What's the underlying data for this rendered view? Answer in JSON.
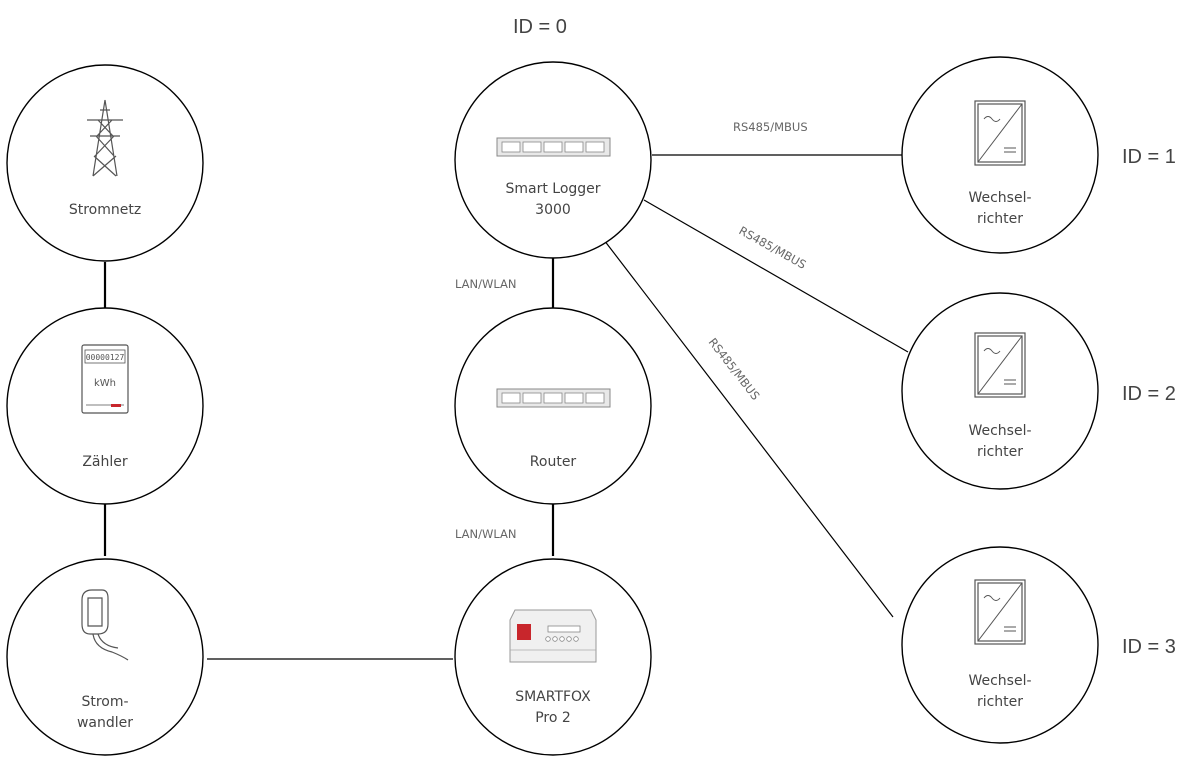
{
  "nodes": {
    "stromnetz": {
      "label": "Stromnetz",
      "icon": "power-tower-icon"
    },
    "zaehler": {
      "label": "Zähler",
      "icon": "electricity-meter-icon",
      "meter_reading": "00000127",
      "meter_unit": "kWh"
    },
    "stromwandler": {
      "label_lines": [
        "Strom-",
        "wandler"
      ],
      "icon": "current-clamp-icon"
    },
    "smartlogger": {
      "label_lines": [
        "Smart Logger",
        "3000"
      ],
      "icon": "network-switch-icon"
    },
    "router": {
      "label": "Router",
      "icon": "network-switch-icon"
    },
    "smartfox": {
      "label_lines": [
        "SMARTFOX",
        "Pro 2"
      ],
      "icon": "energy-manager-device-icon"
    },
    "inverter1": {
      "label_lines": [
        "Wechsel-",
        "richter"
      ],
      "icon": "inverter-icon"
    },
    "inverter2": {
      "label_lines": [
        "Wechsel-",
        "richter"
      ],
      "icon": "inverter-icon"
    },
    "inverter3": {
      "label_lines": [
        "Wechsel-",
        "richter"
      ],
      "icon": "inverter-icon"
    }
  },
  "ids": {
    "id0": "ID = 0",
    "id1": "ID = 1",
    "id2": "ID = 2",
    "id3": "ID = 3"
  },
  "edges": {
    "logger_router": "LAN/WLAN",
    "router_smartfox": "LAN/WLAN",
    "logger_inv1": "RS485/MBUS",
    "logger_inv2": "RS485/MBUS",
    "logger_inv3": "RS485/MBUS"
  },
  "colors": {
    "line": "#000000",
    "label": "#444444",
    "device_red": "#c8262c"
  }
}
